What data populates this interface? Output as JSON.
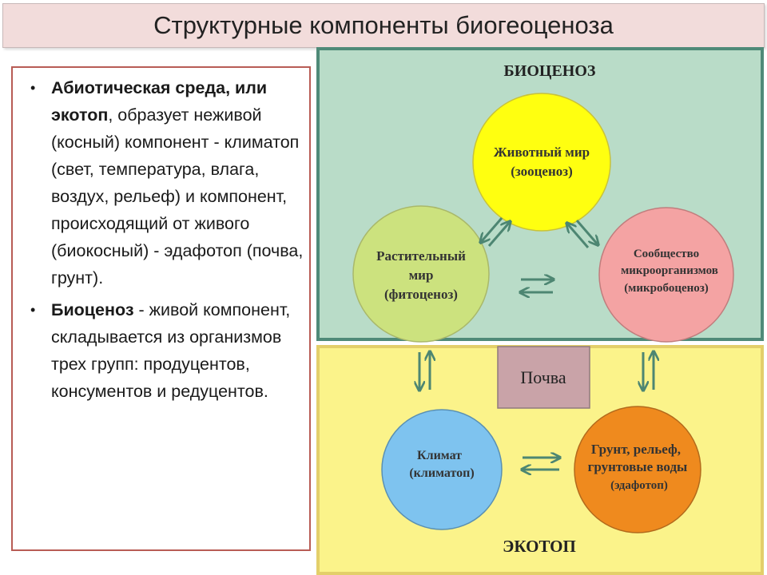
{
  "title": "Структурные компоненты биогеоценоза",
  "bullets": [
    {
      "bold": " Абиотическая среда, или экотоп",
      "text": ", образует неживой (косный) компонент - климатоп (свет, температура, влага, воздух, рельеф) и компонент, происходящий от живого (биокосный) - эдафотоп (почва, грунт)."
    },
    {
      "bold": "Биоценоз",
      "text": " - живой компонент, складывается из организмов трех групп: продуцентов, консументов и редуцентов."
    }
  ],
  "diagram": {
    "biocenosis_label": "БИОЦЕНОЗ",
    "ecotope_label": "ЭКОТОП",
    "animal": {
      "line1": "Животный мир",
      "line2": "(зооценоз)"
    },
    "plant": {
      "line1": "Растительный",
      "line2": "мир",
      "line3": "(фитоценоз)"
    },
    "microbe": {
      "line1": "Сообщество",
      "line2": "микроорганизмов",
      "line3": "(микробоценоз)"
    },
    "soil": "Почва",
    "climate": {
      "line1": "Климат",
      "line2": "(климатоп)"
    },
    "ground": {
      "line1": "Грунт, рельеф,",
      "line2": "грунтовые воды",
      "line3": "(эдафотоп)"
    },
    "colors": {
      "biocenosis_bg": "#b9dcc8",
      "biocenosis_border": "#4f8a78",
      "ecotope_bg": "#fbf38a",
      "ecotope_border": "#e3cf6a",
      "animal": "#ffff10",
      "plant": "#cce27e",
      "microbe": "#f4a3a3",
      "climate": "#7ec3ef",
      "ground": "#ef8a1e",
      "soil": "#c9a3a8",
      "arrow": "#4d8672"
    }
  }
}
